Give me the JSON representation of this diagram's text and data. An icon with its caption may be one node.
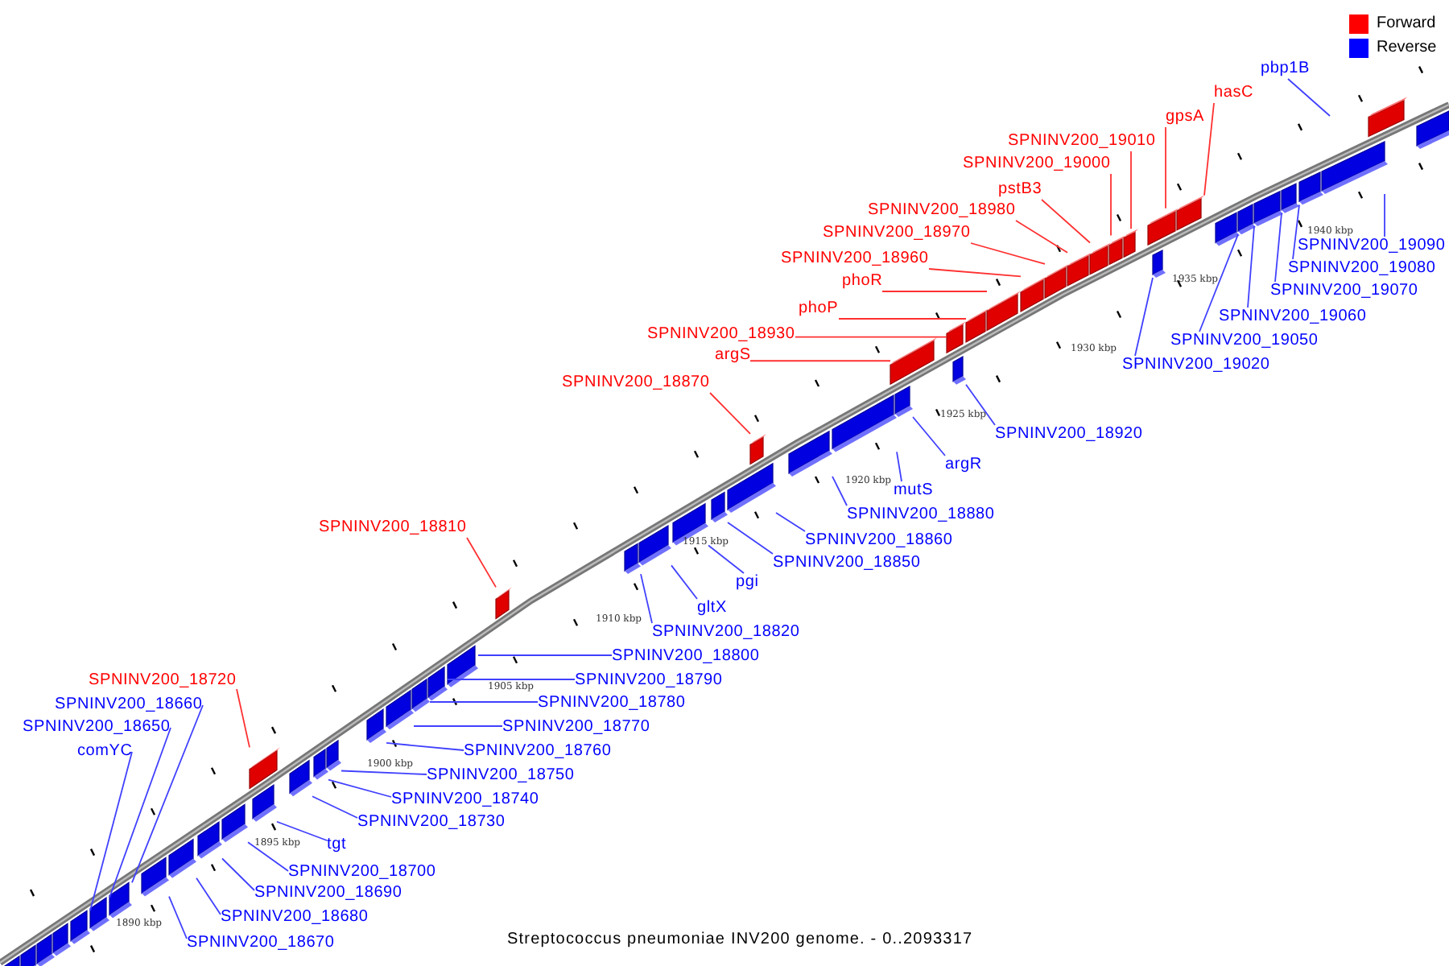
{
  "diagram": {
    "caption": "Streptococcus pneumoniae INV200 genome. - 0..2093317",
    "nodes": [
      {
        "text": [
          "pbp1B"
        ]
      },
      {
        "text": [
          "hasC"
        ]
      },
      {
        "text": [
          "gpsA"
        ]
      },
      {
        "text": [
          "SPNINV200_19010"
        ]
      },
      {
        "text": [
          "SPNINV200_19000"
        ]
      },
      {
        "text": [
          "pstB3"
        ]
      },
      {
        "text": [
          "SPNINV200_18980"
        ]
      },
      {
        "text": [
          "SPNINV200_18970"
        ]
      },
      {
        "text": [
          "SPNINV200_18960"
        ]
      },
      {
        "text": [
          "phoR"
        ]
      },
      {
        "text": [
          "phoP"
        ]
      },
      {
        "text": [
          "SPNINV200_18930"
        ]
      },
      {
        "text": [
          "argS"
        ]
      },
      {
        "text": [
          "SPNINV200_18870"
        ]
      },
      {
        "text": [
          "SPNINV200_19090"
        ]
      },
      {
        "text": [
          "SPNINV200_19080"
        ]
      },
      {
        "text": [
          "SPNINV200_19070"
        ]
      },
      {
        "text": [
          "SPNINV200_19060"
        ]
      },
      {
        "text": [
          "SPNINV200_19050"
        ]
      },
      {
        "text": [
          "SPNINV200_19020"
        ]
      },
      {
        "text": [
          "SPNINV200_18920"
        ]
      },
      {
        "text": [
          "argR"
        ]
      },
      {
        "text": [
          "mutS"
        ]
      },
      {
        "text": [
          "SPNINV200_18880"
        ]
      },
      {
        "text": [
          "SPNINV200_18810"
        ]
      },
      {
        "text": [
          "SPNINV200_18860"
        ]
      },
      {
        "text": [
          "SPNINV200_18850"
        ]
      },
      {
        "text": [
          "pgi"
        ]
      },
      {
        "text": [
          "gltX"
        ]
      },
      {
        "text": [
          "SPNINV200_18820"
        ]
      },
      {
        "text": [
          "SPNINV200_18800"
        ]
      },
      {
        "text": [
          "SPNINV200_18790"
        ]
      },
      {
        "text": [
          "SPNINV200_18720"
        ]
      },
      {
        "text": [
          "SPNINV200_18780"
        ]
      },
      {
        "text": [
          "SPNINV200_18660"
        ]
      },
      {
        "text": [
          "SPNINV200_18770"
        ]
      },
      {
        "text": [
          "SPNINV200_18650"
        ]
      },
      {
        "text": [
          "SPNINV200_18760"
        ]
      },
      {
        "text": [
          "comYC"
        ]
      },
      {
        "text": [
          "SPNINV200_18750"
        ]
      },
      {
        "text": [
          "SPNINV200_18740"
        ]
      },
      {
        "text": [
          "SPNINV200_18730"
        ]
      },
      {
        "text": [
          "tgt"
        ]
      },
      {
        "text": [
          "SPNINV200_18700"
        ]
      },
      {
        "text": [
          "SPNINV200_18690"
        ]
      },
      {
        "text": [
          "SPNINV200_18680"
        ]
      },
      {
        "text": [
          "SPNINV200_18670"
        ]
      },
      {
        "text": [],
        "shape": "box"
      },
      {
        "text": [],
        "shape": "box"
      },
      {
        "text": [],
        "shape": "box"
      },
      {
        "text": [],
        "shape": "box"
      },
      {
        "text": [],
        "shape": "box"
      },
      {
        "text": [],
        "shape": "box"
      },
      {
        "text": [],
        "shape": "box"
      },
      {
        "text": [],
        "shape": "box"
      },
      {
        "text": [],
        "shape": "box"
      },
      {
        "text": [],
        "shape": "box"
      },
      {
        "text": [],
        "shape": "box"
      },
      {
        "text": [],
        "shape": "box"
      },
      {
        "text": [],
        "shape": "box"
      },
      {
        "text": [],
        "shape": "box"
      },
      {
        "text": [],
        "shape": "box"
      },
      {
        "text": [],
        "shape": "box"
      },
      {
        "text": [],
        "shape": "box"
      },
      {
        "text": [],
        "shape": "box"
      },
      {
        "text": [],
        "shape": "box"
      },
      {
        "text": [],
        "shape": "box"
      },
      {
        "text": [],
        "shape": "box"
      },
      {
        "text": [],
        "shape": "box"
      },
      {
        "text": [],
        "shape": "box"
      },
      {
        "text": [],
        "shape": "box"
      },
      {
        "text": [],
        "shape": "box"
      },
      {
        "text": [],
        "shape": "box"
      },
      {
        "text": [],
        "shape": "box"
      },
      {
        "text": [],
        "shape": "box"
      },
      {
        "text": [],
        "shape": "box"
      },
      {
        "text": [],
        "shape": "box"
      },
      {
        "text": [],
        "shape": "box"
      },
      {
        "text": [],
        "shape": "box"
      },
      {
        "text": [],
        "shape": "box"
      },
      {
        "text": [],
        "shape": "box"
      },
      {
        "text": [],
        "shape": "box"
      },
      {
        "text": [],
        "shape": "box"
      },
      {
        "text": [],
        "shape": "box"
      },
      {
        "text": [],
        "shape": "box"
      },
      {
        "text": [],
        "shape": "box"
      },
      {
        "text": [],
        "shape": "box"
      },
      {
        "text": [],
        "shape": "box"
      },
      {
        "text": [],
        "shape": "box"
      },
      {
        "text": [],
        "shape": "box"
      },
      {
        "text": [],
        "shape": "box"
      },
      {
        "text": [],
        "shape": "box"
      },
      {
        "text": [],
        "shape": "box"
      },
      {
        "text": [],
        "shape": "box"
      },
      {
        "text": [],
        "shape": "box"
      },
      {
        "text": [],
        "shape": "box"
      },
      {
        "text": [],
        "shape": "box"
      },
      {
        "text": [],
        "shape": "box"
      },
      {
        "text": [],
        "shape": "box"
      },
      {
        "text": [],
        "shape": "box"
      }
    ],
    "edges": [
      {
        "from": 0,
        "to": null,
        "arrow": "none"
      },
      {
        "from": 1,
        "to": 91,
        "arrow": "none",
        "color": "#ff3030"
      },
      {
        "from": 2,
        "to": 89,
        "arrow": "none",
        "color": "#ff3030"
      },
      {
        "from": 3,
        "to": 88,
        "arrow": "none",
        "color": "#ff3030"
      },
      {
        "from": 4,
        "to": 87,
        "arrow": "none",
        "color": "#ff3030"
      },
      {
        "from": 5,
        "to": 86,
        "arrow": "none",
        "color": "#ff3030"
      },
      {
        "from": 6,
        "to": 85,
        "arrow": "none",
        "color": "#ff3030"
      },
      {
        "from": 7,
        "to": 84,
        "arrow": "none",
        "color": "#ff3030"
      },
      {
        "from": 8,
        "to": 83,
        "arrow": "none",
        "color": "#ff3030"
      },
      {
        "from": 9,
        "to": 82,
        "arrow": "none",
        "color": "#ff3030"
      },
      {
        "from": 10,
        "to": 81,
        "arrow": "none",
        "color": "#ff3030"
      },
      {
        "from": 11,
        "to": 79,
        "arrow": "none",
        "color": "#ff3030"
      },
      {
        "from": 12,
        "to": 77,
        "arrow": "none",
        "color": "#ff3030"
      },
      {
        "from": 13,
        "to": 74,
        "arrow": "none",
        "color": "#ff3030"
      },
      {
        "from": 14,
        "to": 97,
        "arrow": "none"
      },
      {
        "from": 15,
        "to": 96,
        "arrow": "none"
      },
      {
        "from": 16,
        "to": 95,
        "arrow": "none"
      },
      {
        "from": 17,
        "to": 94,
        "arrow": "none"
      },
      {
        "from": 18,
        "to": 93,
        "arrow": "none"
      },
      {
        "from": 19,
        "to": 90,
        "arrow": "none"
      },
      {
        "from": 20,
        "to": 80,
        "arrow": "none"
      },
      {
        "from": 21,
        "to": 78,
        "arrow": "none"
      },
      {
        "from": 22,
        "to": 76,
        "arrow": "none"
      },
      {
        "from": 23,
        "to": 75,
        "arrow": "none"
      },
      {
        "from": 24,
        "to": 68,
        "arrow": "none",
        "color": "#ff3030"
      },
      {
        "from": 25,
        "to": 73,
        "arrow": "none"
      },
      {
        "from": 26,
        "to": 72,
        "arrow": "none"
      },
      {
        "from": 27,
        "to": 71,
        "arrow": "none"
      },
      {
        "from": 28,
        "to": 70,
        "arrow": "none"
      },
      {
        "from": 29,
        "to": 69,
        "arrow": "none"
      },
      {
        "from": 30,
        "to": 67,
        "arrow": "none"
      },
      {
        "from": 31,
        "to": 66,
        "arrow": "none"
      },
      {
        "from": 32,
        "to": 58,
        "arrow": "none",
        "color": "#ff3030"
      },
      {
        "from": 33,
        "to": 65,
        "arrow": "none"
      },
      {
        "from": 34,
        "to": 53,
        "arrow": "none"
      },
      {
        "from": 35,
        "to": 64,
        "arrow": "none"
      },
      {
        "from": 36,
        "to": 52,
        "arrow": "none"
      },
      {
        "from": 37,
        "to": 63,
        "arrow": "none"
      },
      {
        "from": 38,
        "to": 51,
        "arrow": "none"
      },
      {
        "from": 39,
        "to": 62,
        "arrow": "none"
      },
      {
        "from": 40,
        "to": 61,
        "arrow": "none"
      },
      {
        "from": 41,
        "to": 60,
        "arrow": "none"
      },
      {
        "from": 42,
        "to": 59,
        "arrow": "none"
      },
      {
        "from": 43,
        "to": 57,
        "arrow": "none"
      },
      {
        "from": 44,
        "to": 56,
        "arrow": "none"
      },
      {
        "from": 45,
        "to": 55,
        "arrow": "none"
      },
      {
        "from": 46,
        "to": 54,
        "arrow": "none"
      }
    ],
    "labels": [
      "1940 kbp",
      "1935 kbp",
      "1930 kbp",
      "1925 kbp",
      "1920 kbp",
      "1915 kbp",
      "1910 kbp",
      "1905 kbp",
      "1900 kbp",
      "1895 kbp",
      "1890 kbp"
    ],
    "legend": [
      {
        "text": "Forward",
        "color": "#ff0000"
      },
      {
        "text": "Reverse",
        "color": "#0000ff"
      }
    ]
  }
}
